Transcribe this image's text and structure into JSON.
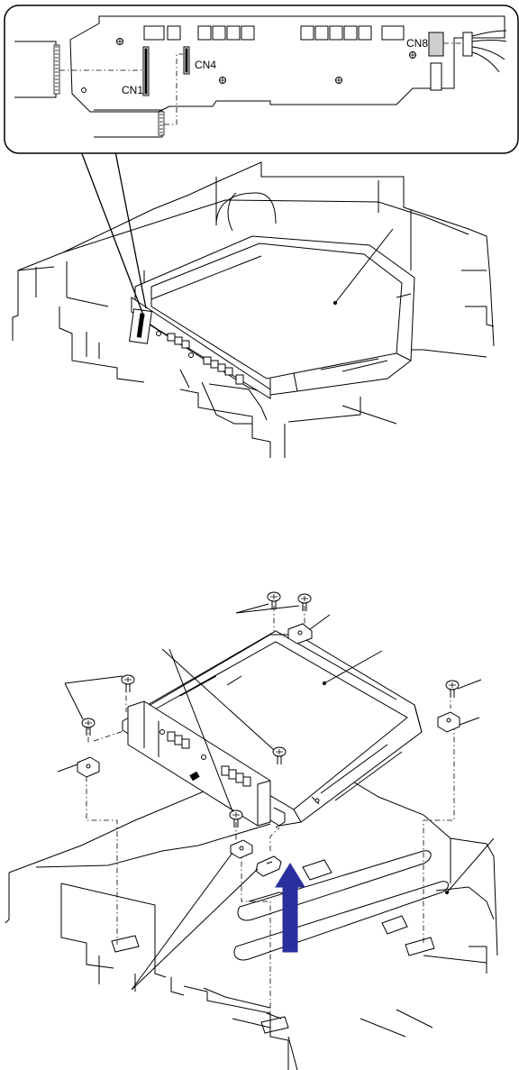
{
  "labels": {
    "cn1": "CN1",
    "cn4": "CN4",
    "cn8": "CN8"
  },
  "colors": {
    "line": "#000000",
    "arrow": "#2a2f9e"
  }
}
